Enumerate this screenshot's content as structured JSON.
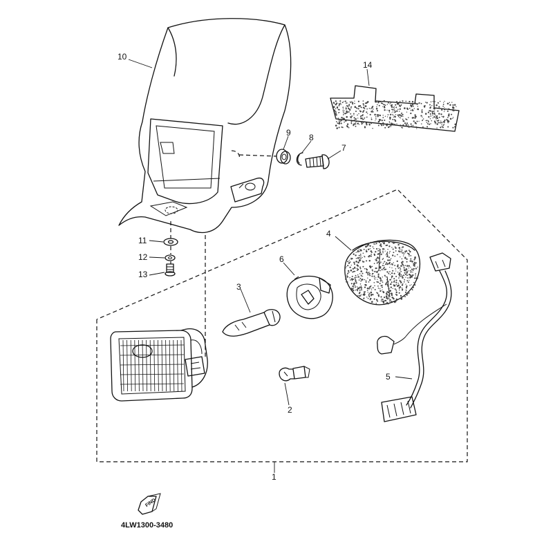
{
  "callouts": {
    "c1": "1",
    "c2": "2",
    "c3": "3",
    "c4": "4",
    "c5": "5",
    "c6": "6",
    "c7": "7",
    "c8": "8",
    "c9": "9",
    "c10": "10",
    "c11": "11",
    "c12": "12",
    "c13": "13",
    "c14": "14"
  },
  "find_badge": "FIND",
  "diagram_code": "4LW1300-3480",
  "icons": {
    "find_arrow": "find-arrow-icon"
  }
}
